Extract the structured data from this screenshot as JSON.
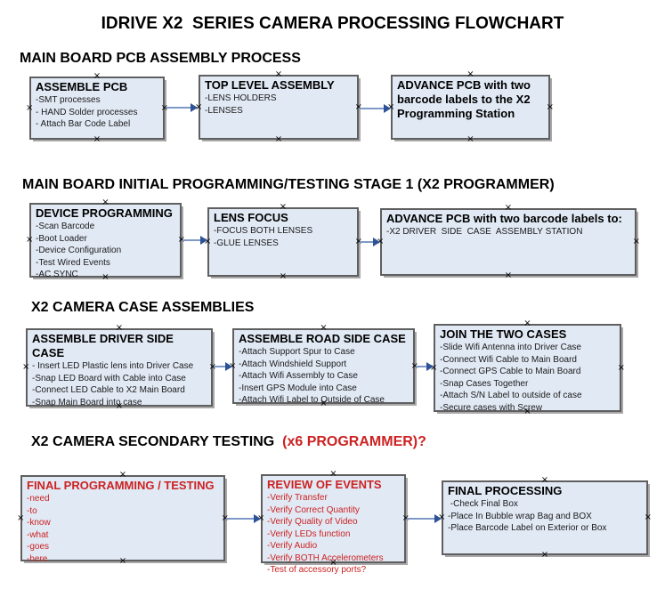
{
  "title": "IDRIVE X2  SERIES CAMERA PROCESSING FLOWCHART",
  "colors": {
    "box_fill": "#e1e9f4",
    "box_border": "#5f5f5f",
    "arrow_line": "#7e99c7",
    "arrow_head": "#2e5296",
    "red_text": "#cc2222"
  },
  "sections": [
    {
      "heading": "MAIN BOARD PCB ASSEMBLY PROCESS",
      "boxes": [
        {
          "title": "ASSEMBLE PCB",
          "items": [
            "-SMT processes",
            "- HAND Solder processes",
            "- Attach Bar Code Label"
          ]
        },
        {
          "title": "TOP LEVEL ASSEMBLY",
          "items": [
            "-LENS HOLDERS",
            "-LENSES"
          ]
        },
        {
          "title": "ADVANCE PCB with two barcode labels to the X2 Programming Station",
          "items": []
        }
      ]
    },
    {
      "heading": "MAIN BOARD INITIAL PROGRAMMING/TESTING STAGE 1 (X2 PROGRAMMER)",
      "boxes": [
        {
          "title": "DEVICE PROGRAMMING",
          "items": [
            "-Scan Barcode",
            "-Boot Loader",
            "-Device Configuration",
            "-Test Wired Events",
            "-AC SYNC"
          ]
        },
        {
          "title": "LENS FOCUS",
          "items": [
            "-FOCUS BOTH LENSES",
            "-GLUE LENSES"
          ]
        },
        {
          "title": "ADVANCE PCB with two barcode labels to:",
          "items": [
            "-X2 DRIVER  SIDE  CASE  ASSEMBLY STATION"
          ]
        }
      ]
    },
    {
      "heading": "X2 CAMERA CASE ASSEMBLIES",
      "boxes": [
        {
          "title": "ASSEMBLE DRIVER SIDE CASE",
          "items": [
            "- Insert LED Plastic lens into Driver Case",
            "-Snap LED Board with Cable into Case",
            "-Connect LED Cable to X2 Main Board",
            "-Snap Main Board into case"
          ]
        },
        {
          "title": "ASSEMBLE ROAD SIDE CASE",
          "items": [
            "-Attach Support Spur to Case",
            "-Attach Windshield Support",
            "-Attach Wifi Assembly to Case",
            "-Insert GPS Module into Case",
            "-Attach Wifi Label to Outside of Case"
          ]
        },
        {
          "title": "JOIN THE TWO CASES",
          "items": [
            "-Slide Wifi Antenna into Driver Case",
            "-Connect Wifi Cable to Main Board",
            "-Connect GPS Cable to Main Board",
            "-Snap Cases Together",
            "-Attach S/N Label to outside of case",
            "-Secure cases with Screw"
          ]
        }
      ]
    },
    {
      "heading": "X2 CAMERA SECONDARY TESTING ",
      "heading_suffix": " (x6 PROGRAMMER)?",
      "boxes": [
        {
          "title": "FINAL PROGRAMMING / TESTING",
          "red": true,
          "items": [
            "-need",
            "-to",
            "-know",
            "-what",
            "-goes",
            "-here"
          ]
        },
        {
          "title": "REVIEW OF EVENTS",
          "red": true,
          "items": [
            "-Verify Transfer",
            "-Verify Correct Quantity",
            "-Verify Quality of Video",
            "-Verify LEDs function",
            "-Verify Audio",
            "-Verify BOTH Accelerometers",
            "-Test of accessory ports?"
          ]
        },
        {
          "title": "FINAL PROCESSING",
          "items": [
            " -Check Final Box",
            "-Place In Bubble wrap Bag and BOX",
            "-Place Barcode Label on Exterior or Box"
          ]
        }
      ]
    }
  ]
}
